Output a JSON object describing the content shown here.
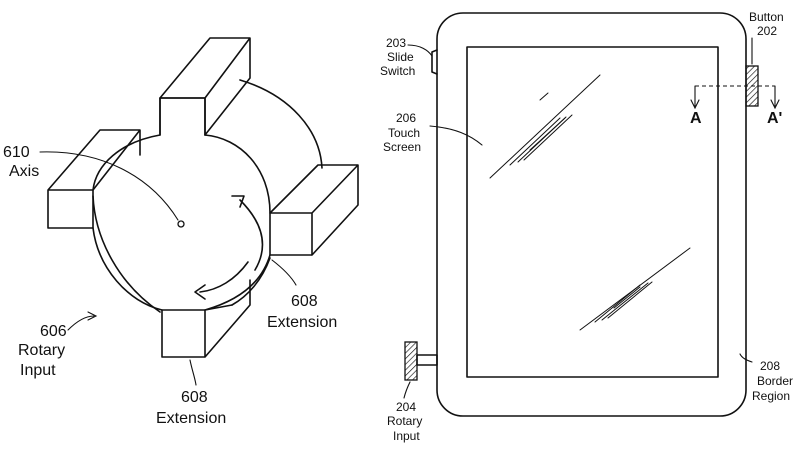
{
  "left_figure": {
    "axis_label": {
      "number": "610",
      "word": "Axis"
    },
    "rotary_label": {
      "number": "606",
      "words": [
        "Rotary",
        "Input"
      ]
    },
    "extension_right": {
      "number": "608",
      "word": "Extension"
    },
    "extension_bottom": {
      "number": "608",
      "word": "Extension"
    }
  },
  "right_figure": {
    "slide_switch": {
      "number": "203",
      "words": [
        "Slide",
        "Switch"
      ]
    },
    "button": {
      "word": "Button",
      "number": "202"
    },
    "touch_screen": {
      "number": "206",
      "words": [
        "Touch",
        "Screen"
      ]
    },
    "section_a": "A",
    "section_a_prime": "A'",
    "border_region": {
      "number": "208",
      "words": [
        "Border",
        "Region"
      ]
    },
    "rotary_input": {
      "number": "204",
      "words": [
        "Rotary",
        "Input"
      ]
    }
  }
}
